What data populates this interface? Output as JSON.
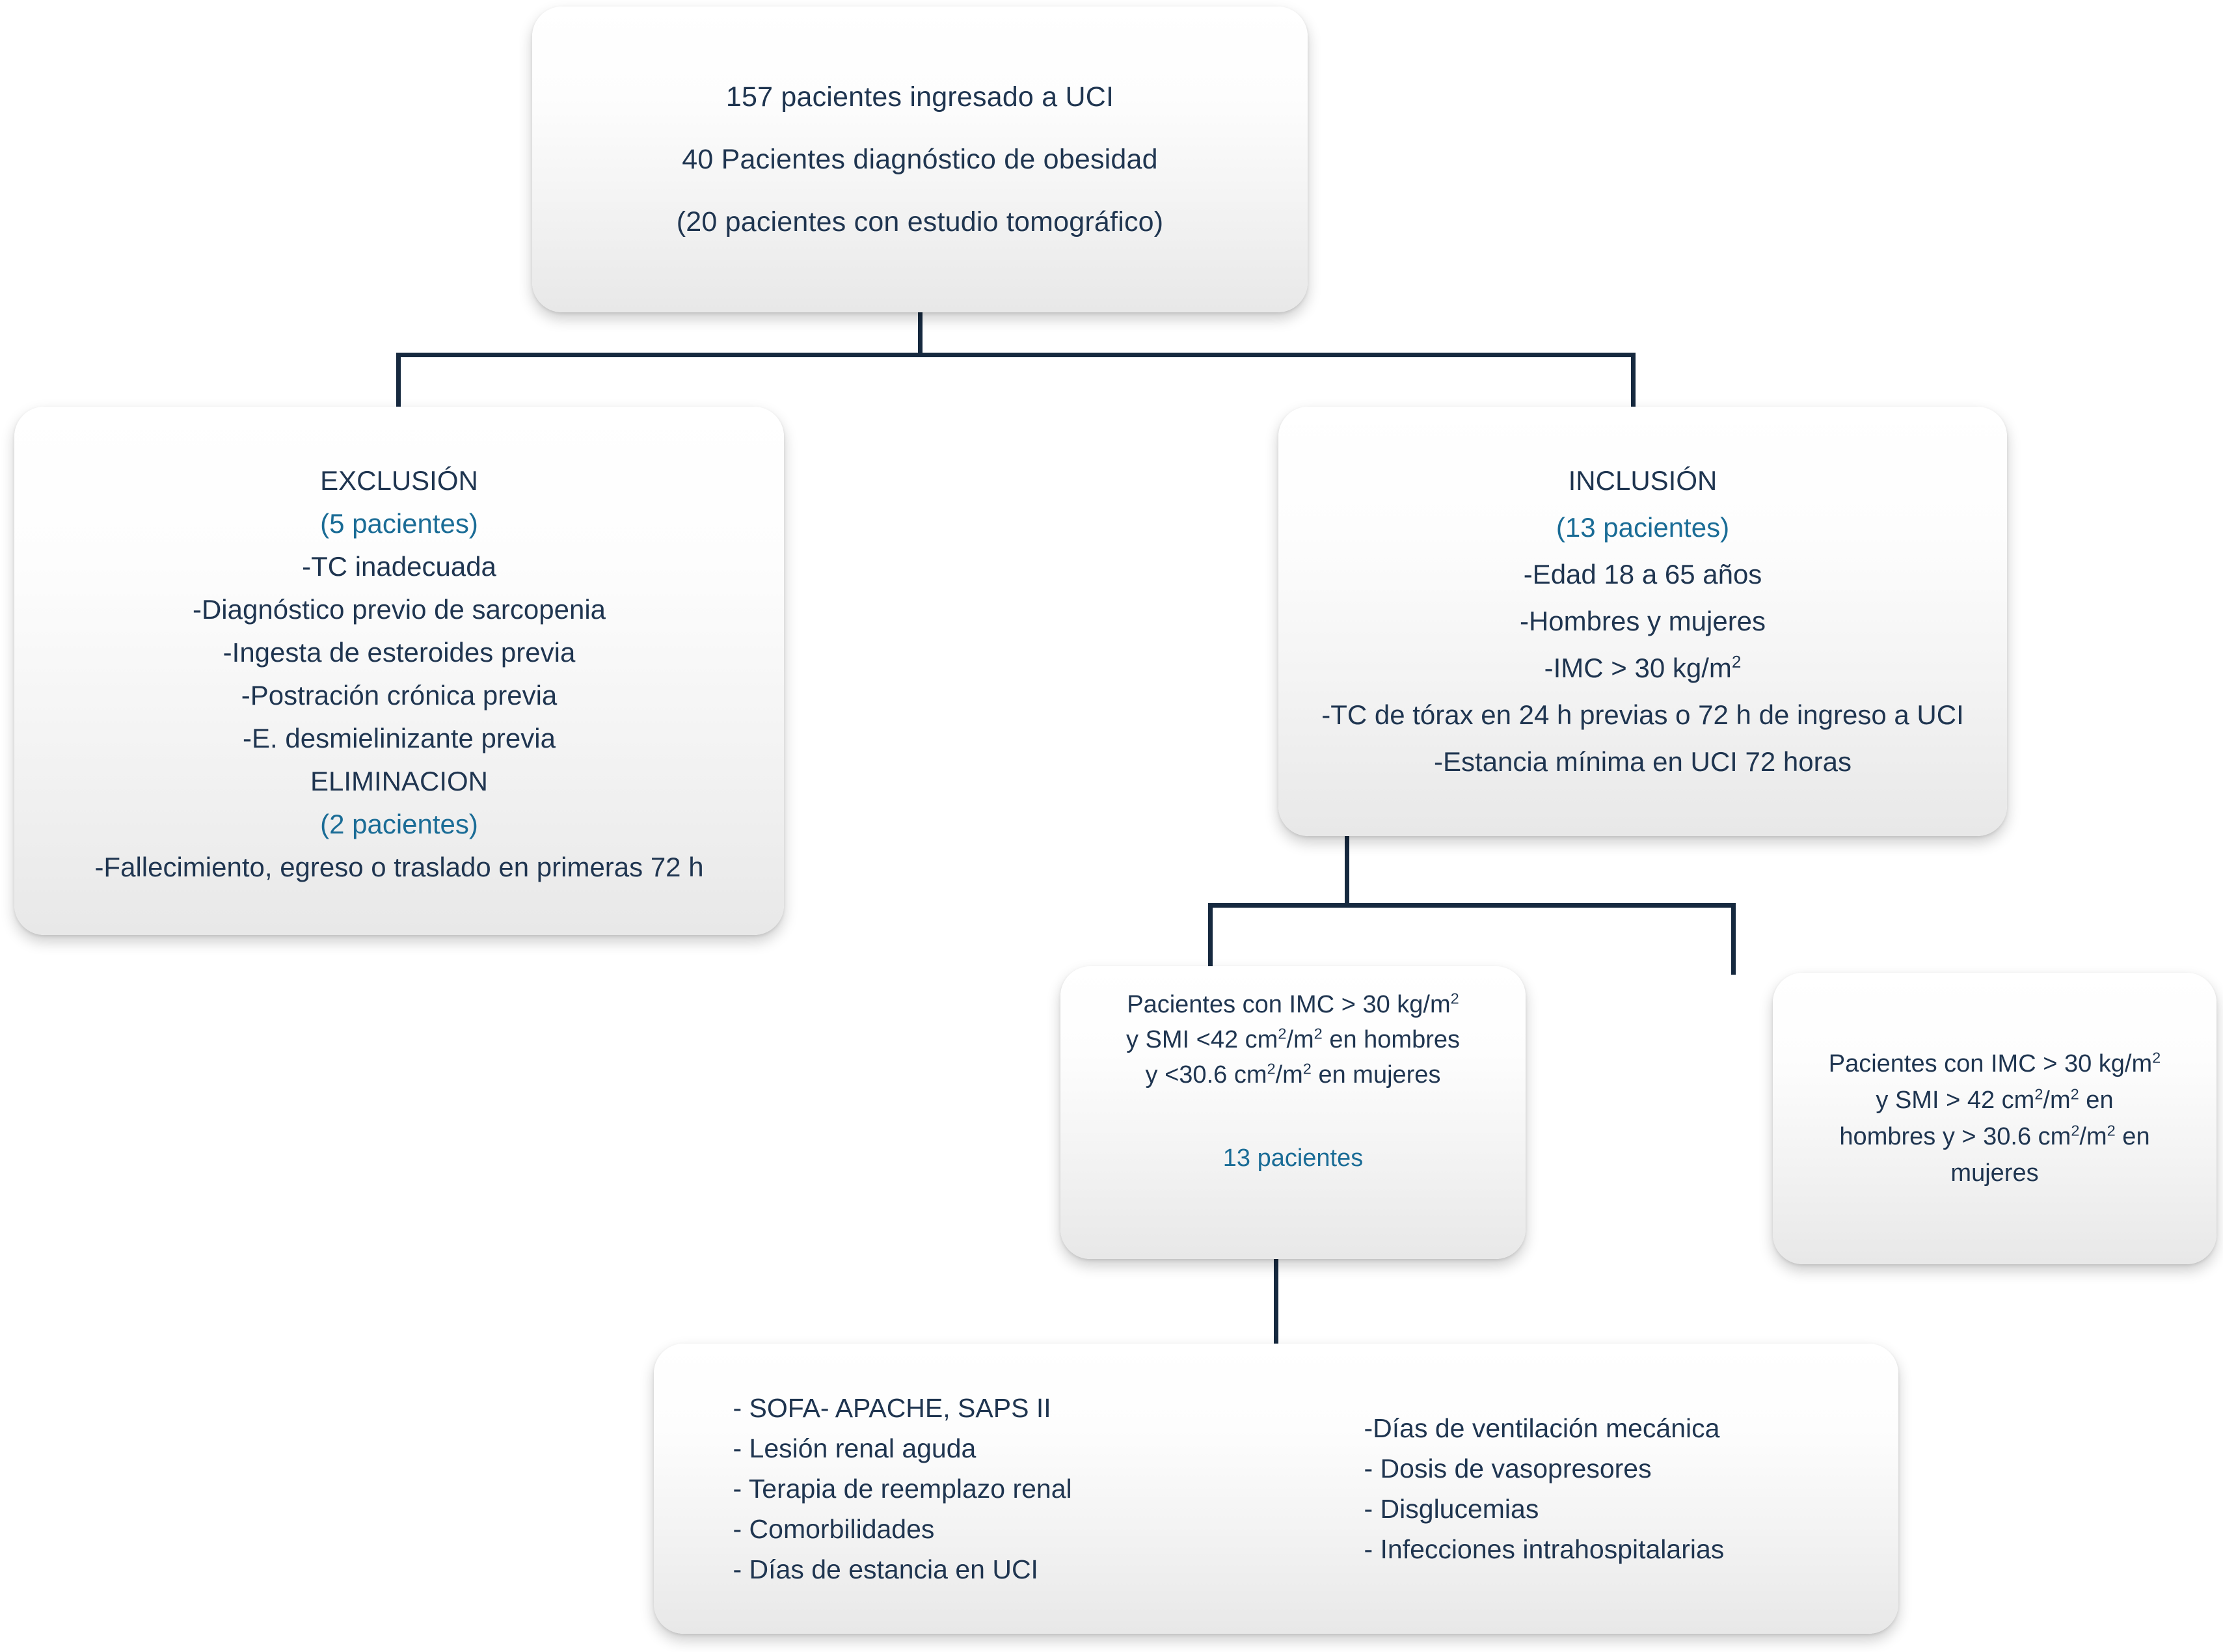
{
  "diagram": {
    "type": "study-flowchart",
    "language": "es",
    "accent_color": "#1a6c96",
    "text_color": "#1f3550",
    "connector_color": "#16293f"
  },
  "top_box": {
    "lines": [
      "157 pacientes ingresado a UCI",
      "40 Pacientes diagnóstico de obesidad",
      "(20 pacientes con estudio tomográfico)"
    ]
  },
  "exclusion_box": {
    "heading": "EXCLUSIÓN",
    "count": "(5 pacientes)",
    "criteria": [
      "-TC inadecuada",
      "-Diagnóstico previo de sarcopenia",
      "-Ingesta de esteroides previa",
      "-Postración crónica previa",
      "-E. desmielinizante previa"
    ],
    "heading2": "ELIMINACION",
    "count2": "(2 pacientes)",
    "criteria2": [
      "-Fallecimiento, egreso o traslado en primeras 72 h"
    ]
  },
  "inclusion_box": {
    "heading": "INCLUSIÓN",
    "count": "(13 pacientes)",
    "criteria": [
      "-Edad 18 a 65 años",
      "-Hombres y mujeres",
      "-TC de tórax en 24 h previas o 72 h de ingreso a UCI",
      "-Estancia mínima en UCI 72 horas"
    ],
    "imc_line": {
      "prefix": "-IMC > 30 kg/m",
      "sup": "2"
    }
  },
  "sarcopenia_box": {
    "line1_prefix": "Pacientes con IMC > 30 kg/m",
    "line1_sup": "2",
    "line2": {
      "a": "y SMI <42 cm",
      "sup1": "2",
      "b": "/m",
      "sup2": "2",
      "c": " en hombres"
    },
    "line3": {
      "a": "y <30.6 cm",
      "sup1": "2",
      "b": "/m",
      "sup2": "2",
      "c": " en mujeres"
    },
    "count": "13 pacientes"
  },
  "nonsarcopenia_box": {
    "line1_prefix": "Pacientes con IMC > 30 kg/m",
    "line1_sup": "2",
    "line2": {
      "a": "y SMI > 42 cm",
      "sup1": "2",
      "b": "/m",
      "sup2": "2",
      "c": "  en"
    },
    "line3": {
      "a": "hombres y > 30.6 cm",
      "sup1": "2",
      "b": "/m",
      "sup2": "2",
      "c": "  en"
    },
    "line4": "mujeres"
  },
  "outcomes_box": {
    "left_column": [
      "- SOFA- APACHE, SAPS II",
      "- Lesión renal aguda",
      "- Terapia de reemplazo renal",
      "- Comorbilidades",
      "- Días de estancia en UCI"
    ],
    "right_column": [
      "-Días de ventilación mecánica",
      "- Dosis de vasopresores",
      "- Disglucemias",
      "- Infecciones intrahospitalarias"
    ]
  }
}
